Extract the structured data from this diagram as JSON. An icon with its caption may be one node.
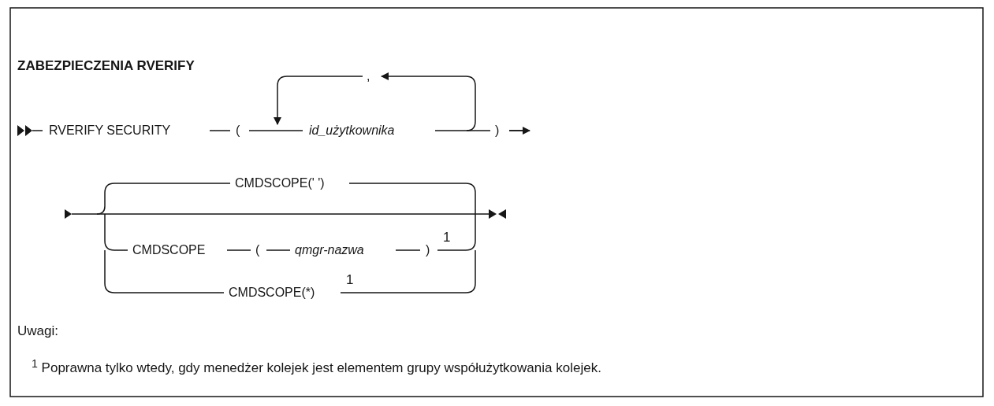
{
  "diagram": {
    "title": "ZABEZPIECZENIA RVERIFY",
    "labels": [
      "RVERIFY SECURITY",
      "(",
      ",",
      "id_użytkownika",
      ")",
      "CMDSCOPE(' ')",
      "CMDSCOPE",
      "(",
      "qmgr-nazwa",
      ")",
      "1",
      "CMDSCOPE(*)",
      "1",
      "Uwagi:",
      "$^{1}$ Poprawna tylko wtedy, gdy menedżer kolejek jest elementem grupy współużytkowania kolejek."
    ]
  }
}
